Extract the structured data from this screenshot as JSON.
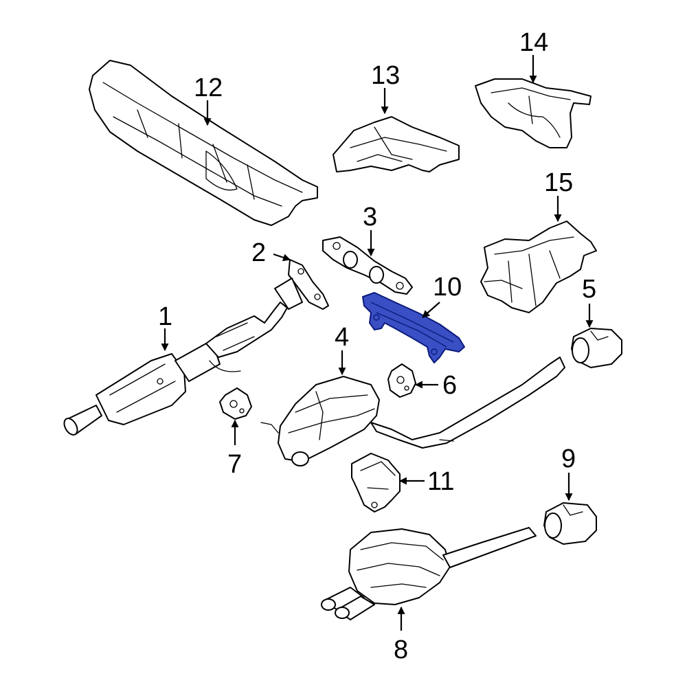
{
  "colors": {
    "line": "#000000",
    "highlight": "#3a4fc4",
    "background": "#ffffff"
  },
  "callouts": {
    "c1": "1",
    "c2": "2",
    "c3": "3",
    "c4": "4",
    "c5": "5",
    "c6": "6",
    "c7": "7",
    "c8": "8",
    "c9": "9",
    "c10": "10",
    "c11": "11",
    "c12": "12",
    "c13": "13",
    "c14": "14",
    "c15": "15"
  },
  "highlighted_part": "10"
}
